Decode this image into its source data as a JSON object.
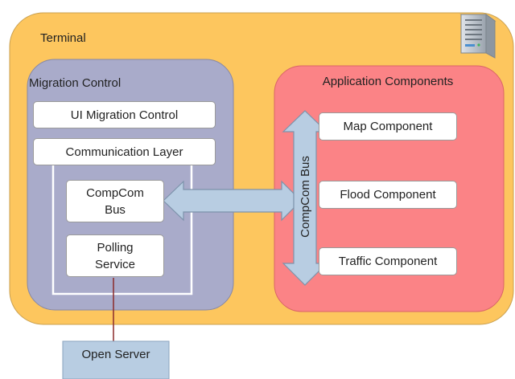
{
  "terminal": {
    "label": "Terminal"
  },
  "migration_control": {
    "title": "Migration Control",
    "ui_migration_control": "UI Migration Control",
    "communication_layer": "Communication Layer",
    "compcom_bus": "CompCom Bus",
    "polling_service": "Polling Service"
  },
  "application_components": {
    "title": "Application Components",
    "bus_label": "CompCom Bus",
    "map_component": "Map Component",
    "flood_component": "Flood Component",
    "traffic_component": "Traffic Component"
  },
  "open_server": {
    "label": "Open Server"
  },
  "colors": {
    "terminal_fill": "#fdc65e",
    "migration_fill": "#a9abca",
    "app_fill": "#fb8386",
    "arrow_fill": "#b8cde2",
    "server_fill": "#b8cde2",
    "connector": "#8a2b2b"
  }
}
